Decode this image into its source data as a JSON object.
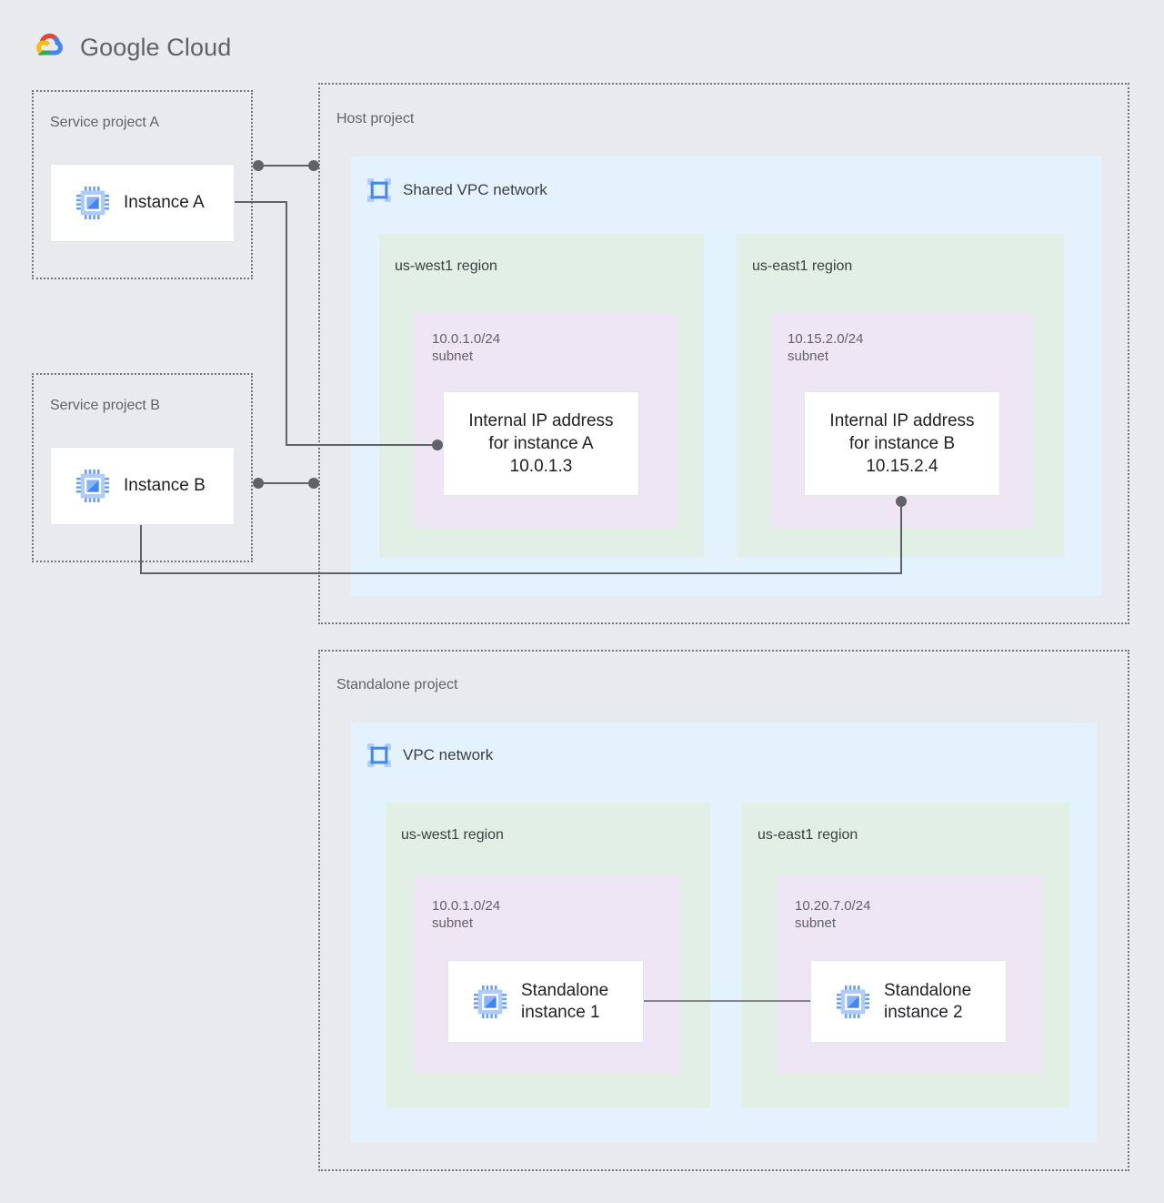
{
  "brand": {
    "name_primary": "Google",
    "name_secondary": "Cloud",
    "logo_icon": "google-cloud-logo"
  },
  "service_project_a": {
    "label": "Service project A",
    "instance": {
      "label": "Instance A",
      "icon": "cpu-instance-icon"
    }
  },
  "service_project_b": {
    "label": "Service project B",
    "instance": {
      "label": "Instance B",
      "icon": "cpu-instance-icon"
    }
  },
  "host_project": {
    "label": "Host project",
    "network": {
      "label": "Shared VPC network",
      "icon": "vpc-network-icon"
    },
    "regions": [
      {
        "label": "us-west1 region",
        "subnet": {
          "label": "10.0.1.0/24\nsubnet",
          "cidr": "10.0.1.0/24",
          "card_text": "Internal IP address\nfor instance A\n10.0.1.3",
          "ip": "10.0.1.3"
        }
      },
      {
        "label": "us-east1 region",
        "subnet": {
          "label": "10.15.2.0/24\nsubnet",
          "cidr": "10.15.2.0/24",
          "card_text": "Internal IP address\nfor instance B\n10.15.2.4",
          "ip": "10.15.2.4"
        }
      }
    ]
  },
  "standalone_project": {
    "label": "Standalone project",
    "network": {
      "label": "VPC network",
      "icon": "vpc-network-icon"
    },
    "regions": [
      {
        "label": "us-west1 region",
        "subnet": {
          "label": "10.0.1.0/24\nsubnet",
          "cidr": "10.0.1.0/24",
          "instance": {
            "label": "Standalone\ninstance 1",
            "icon": "cpu-instance-icon"
          }
        }
      },
      {
        "label": "us-east1 region",
        "subnet": {
          "label": "10.20.7.0/24\nsubnet",
          "cidr": "10.20.7.0/24",
          "instance": {
            "label": "Standalone\ninstance 2",
            "icon": "cpu-instance-icon"
          }
        }
      }
    ]
  },
  "colors": {
    "page_background": "#e8eaed",
    "vpc_network_fill": "#e3f2fd",
    "region_fill": "#e2efe4",
    "subnet_fill": "#eee6f5",
    "card_fill": "#ffffff",
    "dashed_border": "#70757a",
    "connector": "#5f6368",
    "icon_blue": "#4285f4",
    "text_primary": "#202124",
    "text_secondary": "#5f6368"
  }
}
